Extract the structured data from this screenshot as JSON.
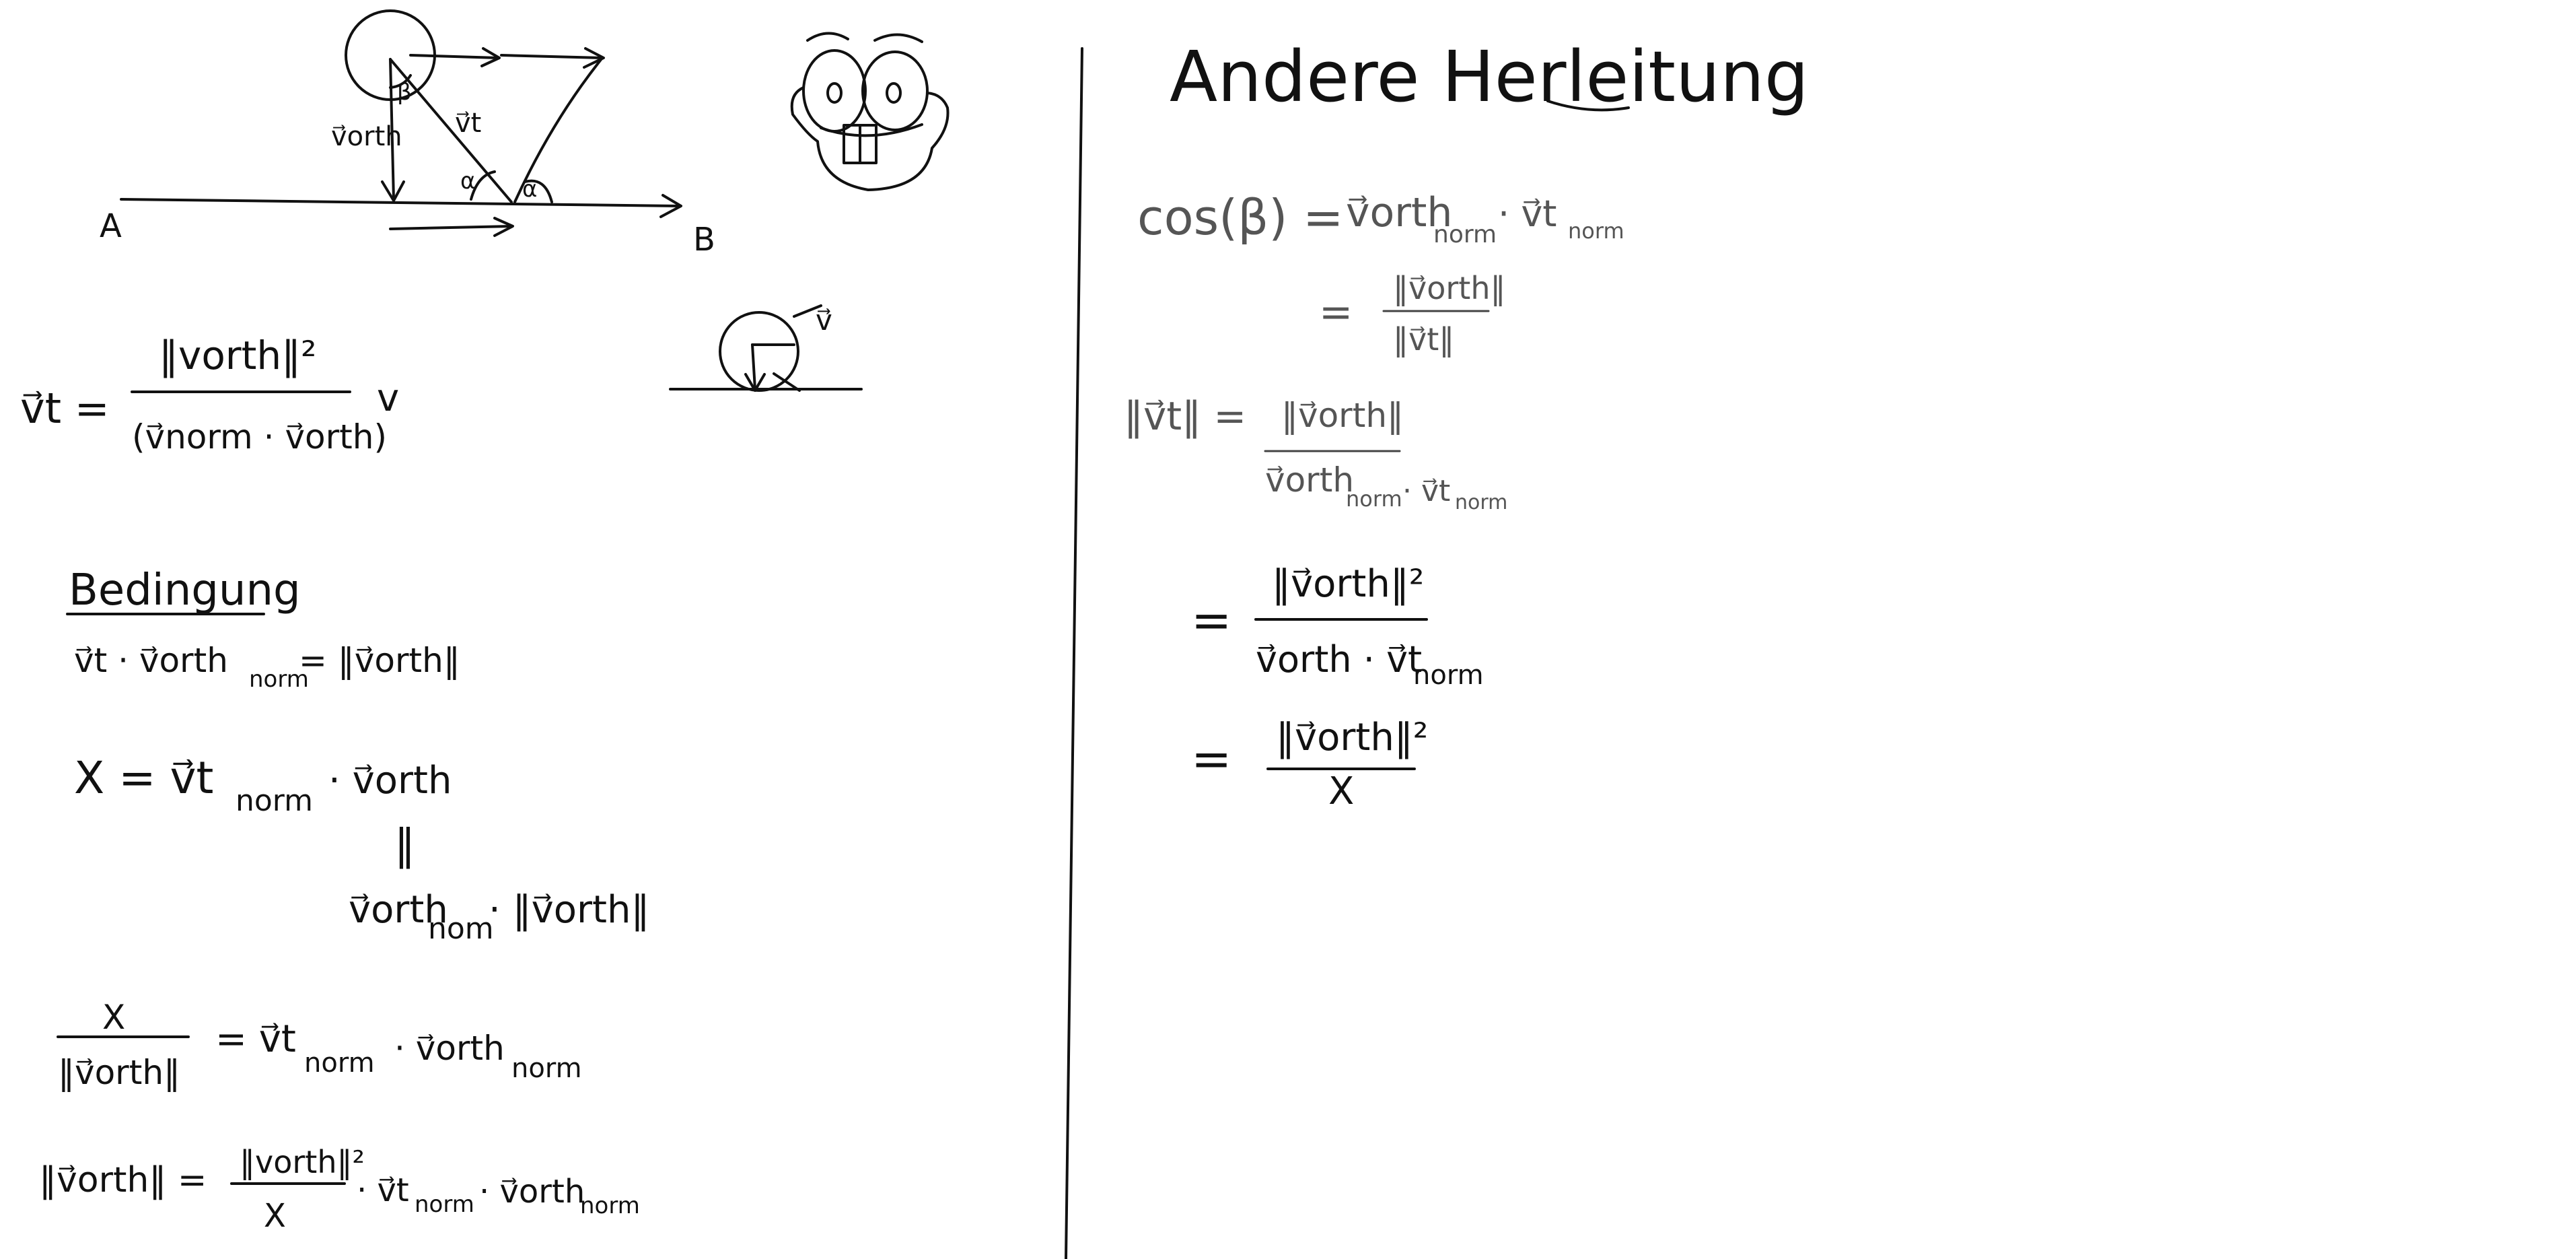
{
  "board": {
    "background": "#ffffff",
    "ink_color": "#111111"
  },
  "diagram": {
    "point_a": "A",
    "point_b": "B",
    "label_v_orth": "v⃗orth",
    "label_v_t": "v⃗t",
    "label_beta": "β",
    "label_alpha_left": "α",
    "label_alpha_right": "α",
    "label_v": "v⃗"
  },
  "left": {
    "formula_vt": {
      "lhs": "v⃗t =",
      "numerator": "‖vorth‖²",
      "denominator": "(v⃗norm · v⃗orth)",
      "factor": "v"
    },
    "heading": "Bedingung",
    "condition": {
      "lhs": "v⃗t · v⃗orth",
      "lhs_sub": "norm",
      "rhs": "= ‖v⃗orth‖"
    },
    "x_def": {
      "line1": "X =  v⃗t",
      "line1_sub": "norm",
      "line1_rest": "· v⃗orth",
      "equals": "‖",
      "line2": "v⃗orth",
      "line2_sub": "nom",
      "line2_rest": "· ‖v⃗orth‖"
    },
    "fraction_eq": {
      "numerator": "X",
      "denominator": "‖v⃗orth‖",
      "rhs": "= v⃗t",
      "rhs_sub": "norm",
      "rhs_rest": "· v⃗orth",
      "rhs_sub2": "norm"
    },
    "final_eq": {
      "lhs": "‖v⃗orth‖ =",
      "numerator": "‖vorth‖²",
      "denominator": "X",
      "rest": "· v⃗t",
      "rest_sub": "norm",
      "rest2": "· v⃗orth",
      "rest2_sub": "norm"
    }
  },
  "right": {
    "title": "Andere Herleitung",
    "cos_line": {
      "lhs": "cos(β) =",
      "rhs": "v⃗orth",
      "rhs_sub": "norm",
      "rhs_rest": "· v⃗t",
      "rhs_sub2": "norm"
    },
    "cos_frac": {
      "eq": "=",
      "numerator": "‖v⃗orth‖",
      "denominator": "‖v⃗t‖"
    },
    "norm_vt": {
      "lhs": "‖v⃗t‖ =",
      "numerator": "‖v⃗orth‖",
      "denominator": "v⃗orth",
      "denominator_sub": "norm",
      "denominator_rest": "· v⃗t",
      "denominator_sub2": "norm"
    },
    "step2": {
      "eq": "=",
      "numerator": "‖v⃗orth‖²",
      "denominator": "v⃗orth · v⃗t",
      "denominator_sub": "norm"
    },
    "step3": {
      "eq": "=",
      "numerator": "‖v⃗orth‖²",
      "denominator": "X"
    }
  }
}
